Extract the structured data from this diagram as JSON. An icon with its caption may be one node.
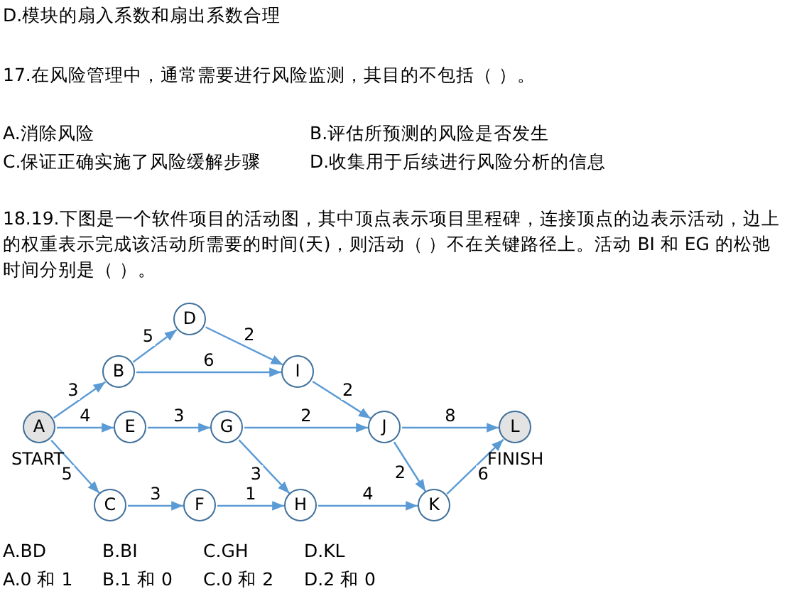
{
  "diagram": {
    "nodes": [
      {
        "text": [
          "A"
        ],
        "beside": [
          "START"
        ]
      },
      {
        "text": [
          "B"
        ]
      },
      {
        "text": [
          "C"
        ]
      },
      {
        "text": [
          "D"
        ]
      },
      {
        "text": [
          "E"
        ]
      },
      {
        "text": [
          "F"
        ]
      },
      {
        "text": [
          "G"
        ]
      },
      {
        "text": [
          "H"
        ]
      },
      {
        "text": [
          "I"
        ]
      },
      {
        "text": [
          "J"
        ]
      },
      {
        "text": [
          "K"
        ]
      },
      {
        "text": [
          "L"
        ],
        "beside": [
          "FINISH"
        ]
      }
    ],
    "edges": [
      {
        "from": 0,
        "to": 1,
        "arrow": "to",
        "label": "3"
      },
      {
        "from": 0,
        "to": 4,
        "arrow": "to",
        "label": "4"
      },
      {
        "from": 0,
        "to": 2,
        "arrow": "to",
        "label": "5"
      },
      {
        "from": 1,
        "to": 3,
        "arrow": "to",
        "label": "5"
      },
      {
        "from": 1,
        "to": 8,
        "arrow": "to",
        "label": "6"
      },
      {
        "from": 3,
        "to": 8,
        "arrow": "to",
        "label": "2"
      },
      {
        "from": 8,
        "to": 9,
        "arrow": "to",
        "label": "2"
      },
      {
        "from": 4,
        "to": 6,
        "arrow": "to",
        "label": "3"
      },
      {
        "from": 6,
        "to": 9,
        "arrow": "to",
        "label": "2"
      },
      {
        "from": 6,
        "to": 7,
        "arrow": "to",
        "label": "3"
      },
      {
        "from": 9,
        "to": 11,
        "arrow": "to",
        "label": "8"
      },
      {
        "from": 9,
        "to": 10,
        "arrow": "to",
        "label": "2"
      },
      {
        "from": 2,
        "to": 5,
        "arrow": "to",
        "label": "3"
      },
      {
        "from": 5,
        "to": 7,
        "arrow": "to",
        "label": "1"
      },
      {
        "from": 7,
        "to": 10,
        "arrow": "to",
        "label": "4"
      },
      {
        "from": 10,
        "to": 11,
        "arrow": "to",
        "label": "6"
      }
    ],
    "labels": [
      "D.模块的扇入系数和扇出系数合理",
      "17.在风险管理中，通常需要进行风险监测，其目的不包括（ ）。",
      "A.消除风险",
      "B.评估所预测的风险是否发生",
      "C.保证正确实施了风险缓解步骤",
      "D.收集用于后续进行风险分析的信息",
      "18.19.下图是一个软件项目的活动图，其中顶点表示项目里程碑，连接顶点的边表示活动，边上的权重表示完成该活动所需要的时间(天)，则活动（ ）不在关键路径上。活动 BI 和 EG 的松弛时间分别是（ ）。",
      "A.BD",
      "B.BI",
      "C.GH",
      "D.KL",
      "A.0 和 1",
      "B.1 和 0",
      "C.0 和 2",
      "D.2 和 0"
    ]
  }
}
